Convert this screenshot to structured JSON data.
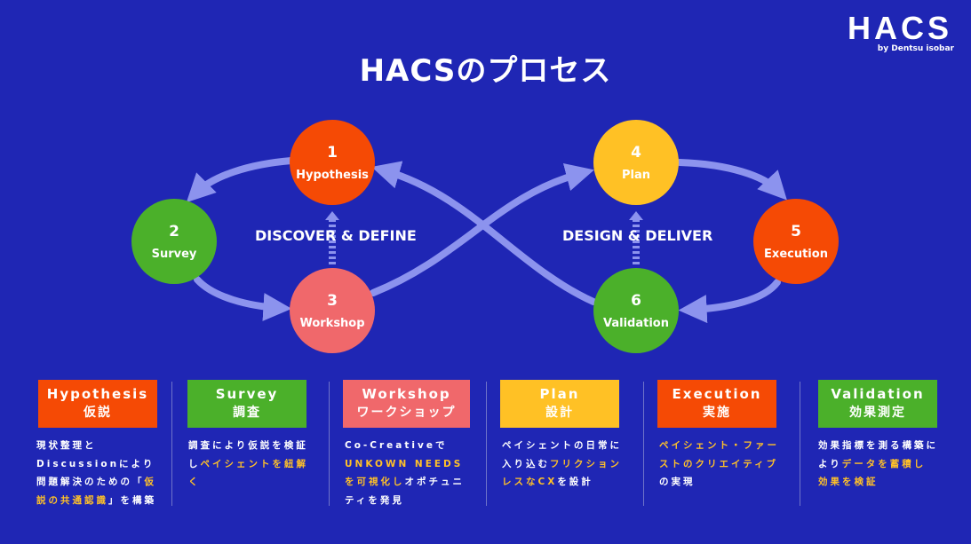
{
  "logo": {
    "mark": "HACS",
    "sub": "by Dentsu isobar"
  },
  "title": "HACSのプロセス",
  "phases": {
    "left": "DISCOVER & DEFINE",
    "right": "DESIGN & DELIVER"
  },
  "colors": {
    "background": "#1f26b4",
    "orange": "#f54a05",
    "green": "#4bb02a",
    "pink": "#f0686b",
    "yellow": "#ffc125",
    "arrow": "#8c93ee",
    "highlight": "#ffc128"
  },
  "nodes": [
    {
      "num": "1",
      "label": "Hypothesis"
    },
    {
      "num": "2",
      "label": "Survey"
    },
    {
      "num": "3",
      "label": "Workshop"
    },
    {
      "num": "4",
      "label": "Plan"
    },
    {
      "num": "5",
      "label": "Execution"
    },
    {
      "num": "6",
      "label": "Validation"
    }
  ],
  "cards": [
    {
      "en": "Hypothesis",
      "jp": "仮説",
      "lines": [
        [
          {
            "t": "現状整理と"
          }
        ],
        [
          {
            "t": "Discussionにより"
          }
        ],
        [
          {
            "t": "問題解決のための「"
          },
          {
            "t": "仮",
            "hl": true
          }
        ],
        [
          {
            "t": "説の共通認識",
            "hl": true
          },
          {
            "t": "」を構築"
          }
        ]
      ]
    },
    {
      "en": "Survey",
      "jp": "調査",
      "lines": [
        [
          {
            "t": "調査により仮説を検証"
          }
        ],
        [
          {
            "t": "し"
          },
          {
            "t": "ペイシェントを紐解",
            "hl": true
          }
        ],
        [
          {
            "t": "く",
            "hl": true
          }
        ]
      ]
    },
    {
      "en": "Workshop",
      "jp": "ワークショップ",
      "lines": [
        [
          {
            "t": "Co-Creativeで"
          }
        ],
        [
          {
            "t": "UNKOWN NEEDS",
            "hl": true
          }
        ],
        [
          {
            "t": "を可視化し",
            "hl": true
          },
          {
            "t": "オポチュニ"
          }
        ],
        [
          {
            "t": "ティを発見"
          }
        ]
      ]
    },
    {
      "en": "Plan",
      "jp": "設計",
      "lines": [
        [
          {
            "t": "ペイシェントの日常に"
          }
        ],
        [
          {
            "t": "入り込む"
          },
          {
            "t": "フリクション",
            "hl": true
          }
        ],
        [
          {
            "t": "レスなCX",
            "hl": true
          },
          {
            "t": "を設計"
          }
        ]
      ]
    },
    {
      "en": "Execution",
      "jp": "実施",
      "lines": [
        [
          {
            "t": "ペイシェント・ファー",
            "hl": true
          }
        ],
        [
          {
            "t": "ストのクリエイティブ",
            "hl": true
          }
        ],
        [
          {
            "t": "の実現"
          }
        ]
      ]
    },
    {
      "en": "Validation",
      "jp": "効果測定",
      "lines": [
        [
          {
            "t": "効果指標を測る構築に"
          }
        ],
        [
          {
            "t": "より"
          },
          {
            "t": "データを蓄積し",
            "hl": true
          }
        ],
        [
          {
            "t": "効果を検証",
            "hl": true
          }
        ]
      ]
    }
  ]
}
